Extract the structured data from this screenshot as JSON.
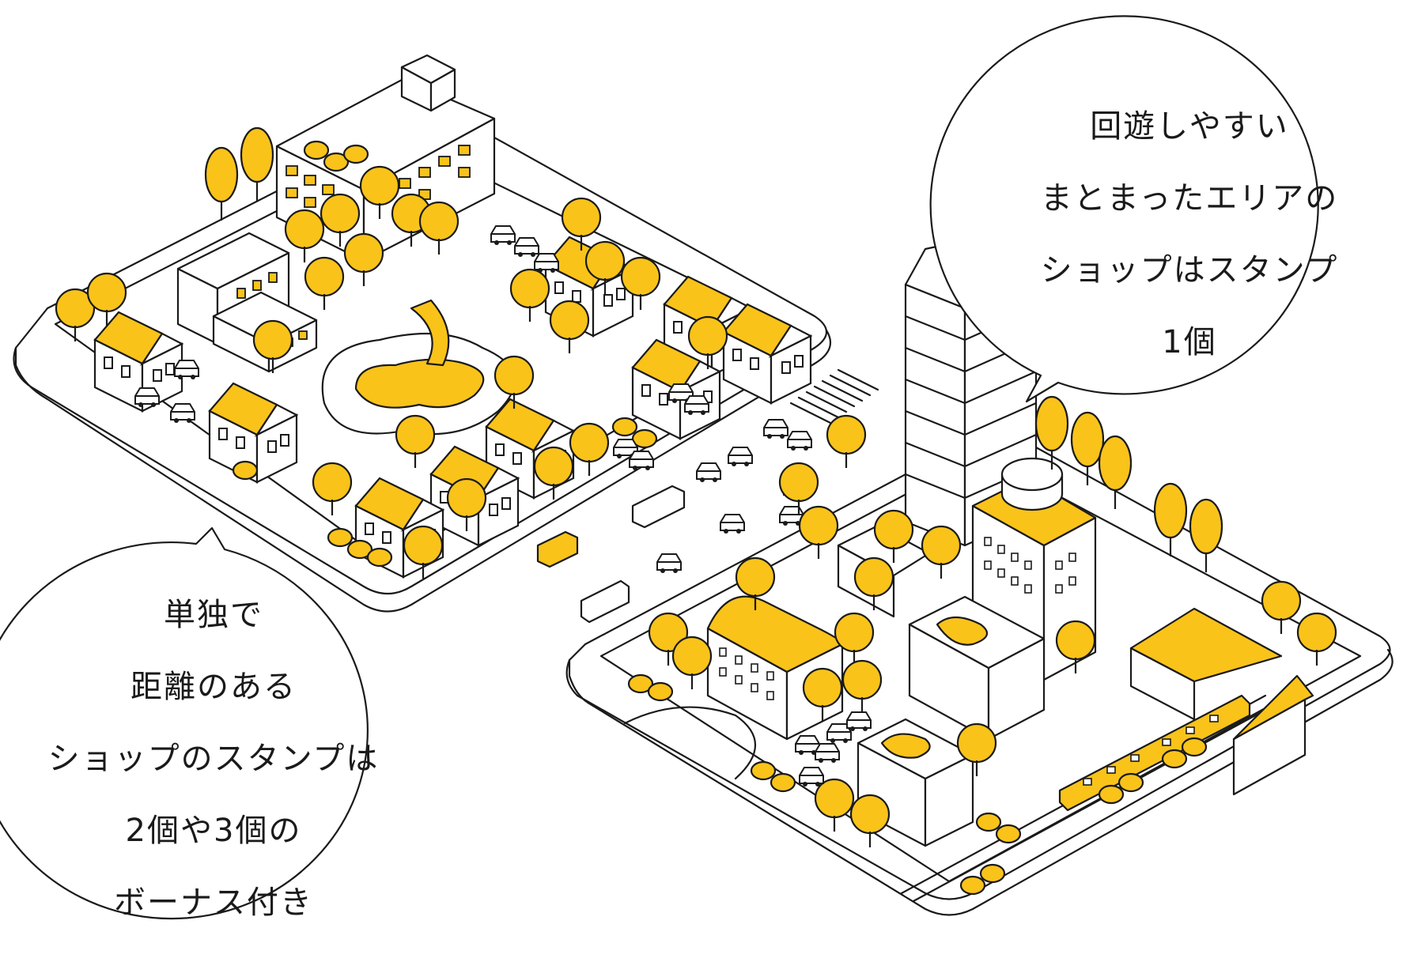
{
  "colors": {
    "accent": "#f9c31a",
    "line": "#1a1a1a",
    "background": "#ffffff"
  },
  "bubbles": {
    "left": {
      "lines": [
        "単独で",
        "距離のある",
        "ショップのスタンプは",
        "2個や3個の",
        "ボーナス付き"
      ]
    },
    "right": {
      "lines": [
        "回遊しやすい",
        "まとまったエリアの",
        "ショップはスタンプ",
        "1個"
      ]
    }
  }
}
